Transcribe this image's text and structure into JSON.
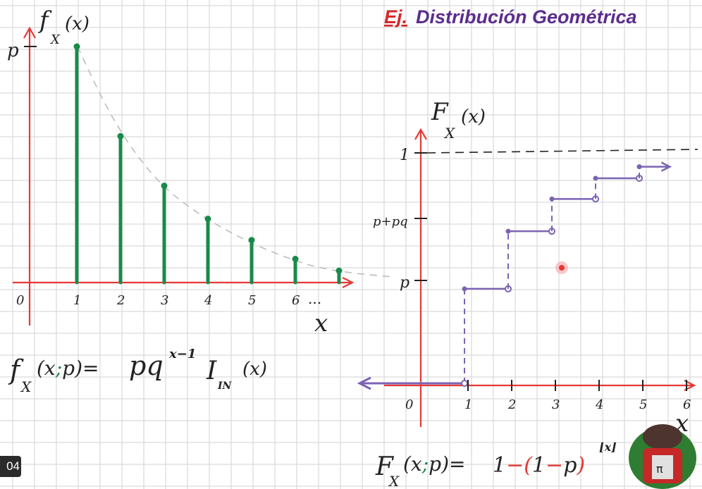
{
  "title": {
    "prefix": "Ej.",
    "main": "Distribución Geométrica"
  },
  "pmf_plot": {
    "y_label": "f_X(x)",
    "y_tick": "p",
    "x_axis_label": "x",
    "x_ticks": [
      "0",
      "1",
      "2",
      "3",
      "4",
      "5",
      "6"
    ],
    "ellipsis": "...",
    "stems": [
      {
        "x": 1,
        "value": 1.0
      },
      {
        "x": 2,
        "value": 0.62
      },
      {
        "x": 3,
        "value": 0.41
      },
      {
        "x": 4,
        "value": 0.27
      },
      {
        "x": 5,
        "value": 0.18
      },
      {
        "x": 6,
        "value": 0.1
      },
      {
        "x": 7,
        "value": 0.05
      }
    ]
  },
  "pmf_formula": "f_X(x;p) = pq^(x−1) I_IN(x)",
  "cdf_plot": {
    "y_label": "F_X(x)",
    "y_ticks": [
      "1",
      "p+pq",
      "p"
    ],
    "x_axis_label": "x",
    "x_ticks": [
      "0",
      "1",
      "2",
      "3",
      "4",
      "5",
      "6"
    ],
    "steps": [
      {
        "from": 1,
        "to": 2,
        "value": 0.41
      },
      {
        "from": 2,
        "to": 3,
        "value": 0.66
      },
      {
        "from": 3,
        "to": 4,
        "value": 0.8
      },
      {
        "from": 4,
        "to": 5,
        "value": 0.89
      },
      {
        "from": 5,
        "to": 5.7,
        "value": 0.94
      }
    ]
  },
  "cdf_formula": "F_X(x;p) = 1 − (1 − p)^⌊x⌋",
  "timestamp": "04",
  "colors": {
    "grid": "#d9d9d9",
    "axis": "#e53935",
    "stem": "#1a8a4a",
    "step": "#7b63b3",
    "title": "#5b2d8e",
    "title_prefix": "#d62828",
    "curve": "#bdbdbd"
  }
}
